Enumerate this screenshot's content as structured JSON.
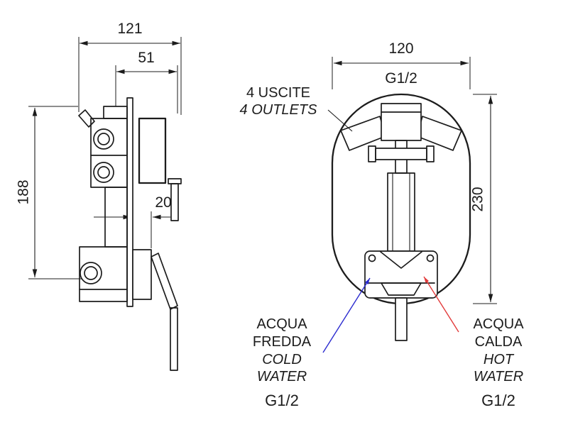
{
  "drawing": {
    "background": "#ffffff",
    "line_color": "#1c1c1c",
    "cold_color": "#2b2bcf",
    "hot_color": "#e23b3b"
  },
  "side_view": {
    "dim_total_width": "121",
    "dim_upper_width": "51",
    "dim_height": "188",
    "dim_offset": "20"
  },
  "front_view": {
    "dim_width": "120",
    "dim_height": "230",
    "top_thread": "G1/2",
    "outlets_label": {
      "it": "4 USCITE",
      "en": "4 OUTLETS"
    },
    "cold_label": {
      "it_line1": "ACQUA",
      "it_line2": "FREDDA",
      "en_line1": "COLD",
      "en_line2": "WATER",
      "thread": "G1/2"
    },
    "hot_label": {
      "it_line1": "ACQUA",
      "it_line2": "CALDA",
      "en_line1": "HOT",
      "en_line2": "WATER",
      "thread": "G1/2"
    }
  }
}
